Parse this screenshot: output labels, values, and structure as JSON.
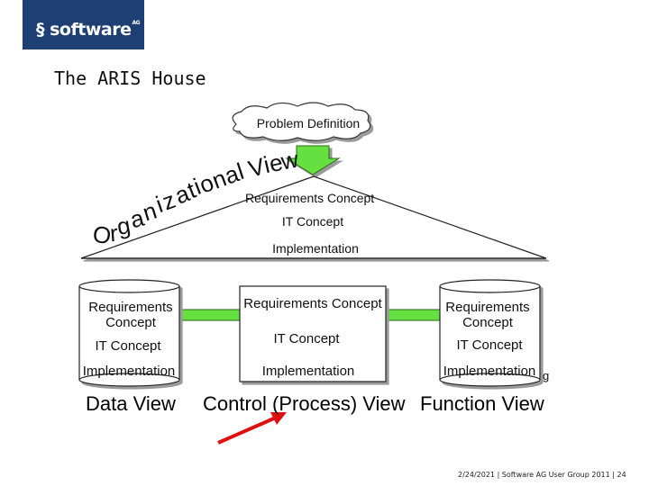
{
  "logo": {
    "text": "software",
    "superscript": "AG"
  },
  "slide_title": "The ARIS House",
  "problem_definition": "Problem Definition",
  "roof": {
    "organizational_view": "Organizational View",
    "levels": [
      "Requirements Concept",
      "IT Concept",
      "Implementation"
    ]
  },
  "data_view": {
    "levels": [
      "Requirements Concept",
      "IT Concept",
      "Implementation"
    ],
    "caption": "Data View"
  },
  "control_view": {
    "levels": [
      "Requirements Concept",
      "IT Concept",
      "Implementation"
    ],
    "caption": "Control (Process) View"
  },
  "function_view": {
    "levels": [
      "Requirements Concept",
      "IT Concept",
      "Implementation"
    ],
    "stray_char": "g",
    "caption": "Function View"
  },
  "footer": "2/24/2021  |  Software AG User Group 2011  |  24",
  "colors": {
    "logo_bg": "#1d3f73",
    "arrow_fill": "#66e040",
    "pointer": "#e01010"
  }
}
